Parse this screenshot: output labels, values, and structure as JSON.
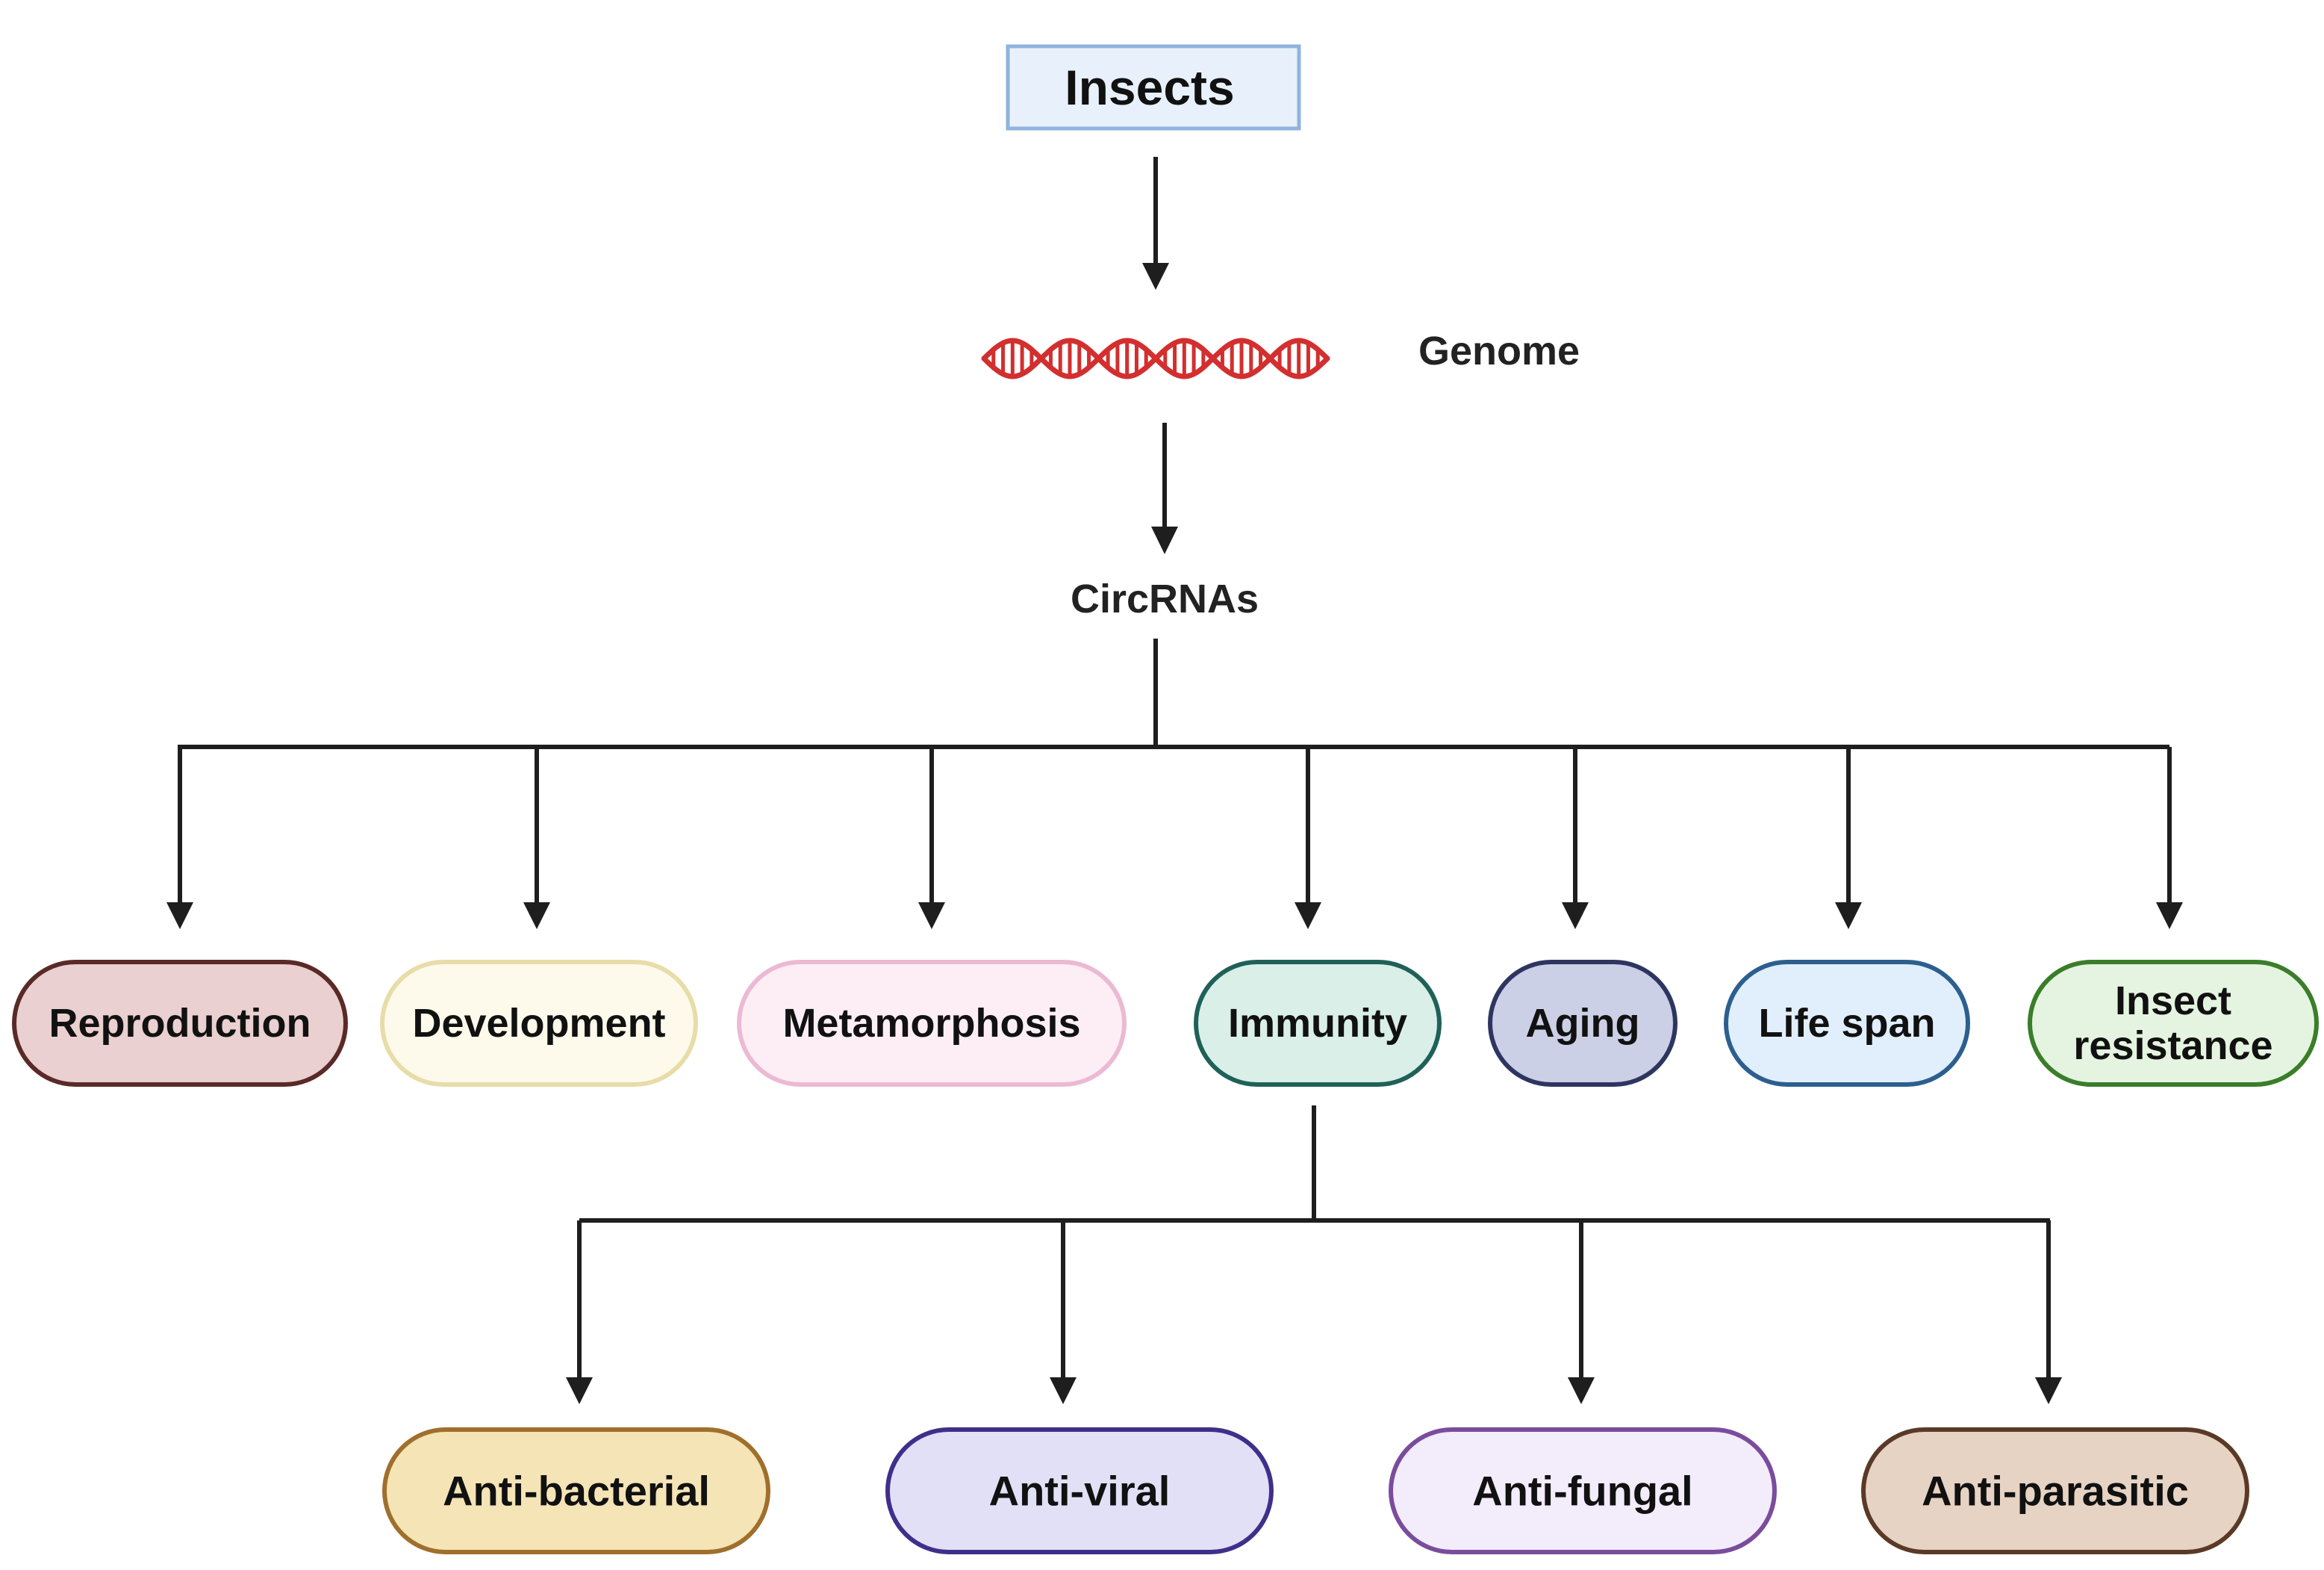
{
  "root": {
    "label": "Insects"
  },
  "genome": {
    "label": "Genome"
  },
  "circrnas": {
    "label": "CircRNAs"
  },
  "functions": [
    {
      "label": "Reproduction",
      "fill": "#ead0d0",
      "stroke": "#5a2a28"
    },
    {
      "label": "Development",
      "fill": "#fdfaeb",
      "stroke": "#e8dca8"
    },
    {
      "label": "Metamorphosis",
      "fill": "#fdeef6",
      "stroke": "#ecb9d3"
    },
    {
      "label": "Immunity",
      "fill": "#d9efe8",
      "stroke": "#1f6158"
    },
    {
      "label": "Aging",
      "fill": "#ccd0e6",
      "stroke": "#2e3560"
    },
    {
      "label": "Life span",
      "fill": "#e1effc",
      "stroke": "#2c5f8e"
    },
    {
      "label": "Insect resistance",
      "lines": [
        "Insect",
        "resistance"
      ],
      "fill": "#e5f4e0",
      "stroke": "#3a7d2a"
    }
  ],
  "immunity_types": [
    {
      "label": "Anti-bacterial",
      "fill": "#f4e4b6",
      "stroke": "#a06f2c"
    },
    {
      "label": "Anti-viral",
      "fill": "#e2e0f6",
      "stroke": "#3f2f8a"
    },
    {
      "label": "Anti-fungal",
      "fill": "#f2ecfb",
      "stroke": "#7a4c9c"
    },
    {
      "label": "Anti-parasitic",
      "fill": "#e6d3c4",
      "stroke": "#5a3a26"
    }
  ],
  "colors": {
    "root_fill": "#e8f1fb",
    "root_stroke": "#8fb3de",
    "dna": "#d32f2f",
    "line": "#1e1e1e"
  },
  "icons": [
    "dna-helix-icon"
  ]
}
